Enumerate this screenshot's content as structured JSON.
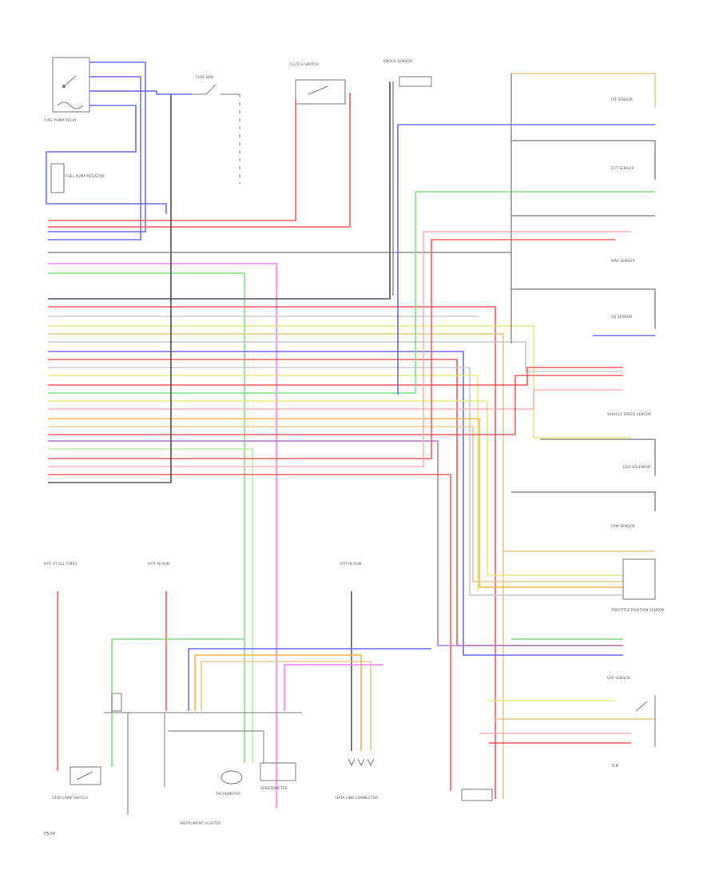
{
  "diagram": {
    "page_ref": "F5/34",
    "colors": {
      "red": "#ff5a5a",
      "pink": "#ffb0b0",
      "blue": "#6a6aff",
      "green": "#7ee07e",
      "light_green": "#b6f0a6",
      "yellow": "#e8e87a",
      "tan": "#e6c987",
      "orange": "#ffb347",
      "magenta": "#ff7aff",
      "violet": "#b07ad6",
      "gray": "#8a8a8a",
      "dark_gray": "#555555",
      "light_gray": "#c8c8c8",
      "white_wire": "#e2e2e2"
    },
    "components": {
      "fuel_pump_relay": "FUEL PUMP RELAY",
      "fuel_pump_resistor": "FUEL PUMP RESISTOR",
      "fuse_box": "FUSE BOX",
      "clutch_switch": "CLUTCH SWITCH",
      "knock_sensor": "KNOCK SENSOR",
      "tps": "THROTTLE POSITION SENSOR",
      "vss": "VEHICLE SPEED SENSOR",
      "iat": "IAT SENSOR",
      "ect": "ECT SENSOR",
      "o2": "O2 SENSOR",
      "map": "MAP SENSOR",
      "ebcv": "EGR SOLENOID",
      "tcm": "TCM",
      "tachometer": "TACHOMETER",
      "speedometer": "SPEEDOMETER",
      "instrument_cluster": "INSTRUMENT CLUSTER",
      "stop_switch": "STOP LAMP SWITCH",
      "data_link": "DATA LINK CONNECTOR",
      "ckp": "CKP SENSOR",
      "cmp": "CMP SENSOR"
    },
    "fuse_labels": {
      "hot_all": "HOT AT ALL TIMES",
      "hot_run": "HOT IN RUN",
      "hot_run2": "HOT IN RUN"
    }
  }
}
